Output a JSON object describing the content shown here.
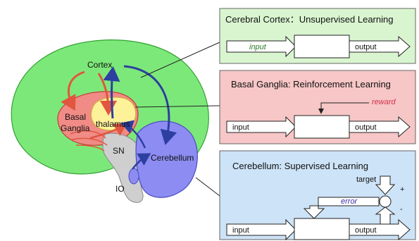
{
  "brain": {
    "cortex": "Cortex",
    "basal_ganglia_line1": "Basal",
    "basal_ganglia_line2": "Ganglia",
    "thalamus": "thalamus",
    "sn": "SN",
    "cerebellum": "Cerebellum",
    "io": "IO"
  },
  "panels": {
    "cortex": {
      "title": "Cerebral Cortex：Unsupervised Learning",
      "input": "input",
      "output": "output"
    },
    "basal_ganglia": {
      "title": "Basal Ganglia: Reinforcement Learning",
      "reward": "reward",
      "input": "input",
      "output": "output"
    },
    "cerebellum": {
      "title": "Cerebellum: Supervised Learning",
      "target": "target",
      "plus": "+",
      "minus": "-",
      "error": "error",
      "input": "input",
      "output": "output"
    }
  },
  "colors": {
    "cortex_fill": "#7de87a",
    "cortex_panel": "#d9f5d0",
    "bg_fill": "#f08b86",
    "bg_panel": "#f7c6c6",
    "thalamus_fill": "#fdf19a",
    "cerebellum_fill": "#8c8cf2",
    "cerebellum_panel": "#cde3f7",
    "brainstem_fill": "#cfcfcf",
    "red_arrow": "#e2553f",
    "blue_arrow": "#2d3fa0"
  }
}
